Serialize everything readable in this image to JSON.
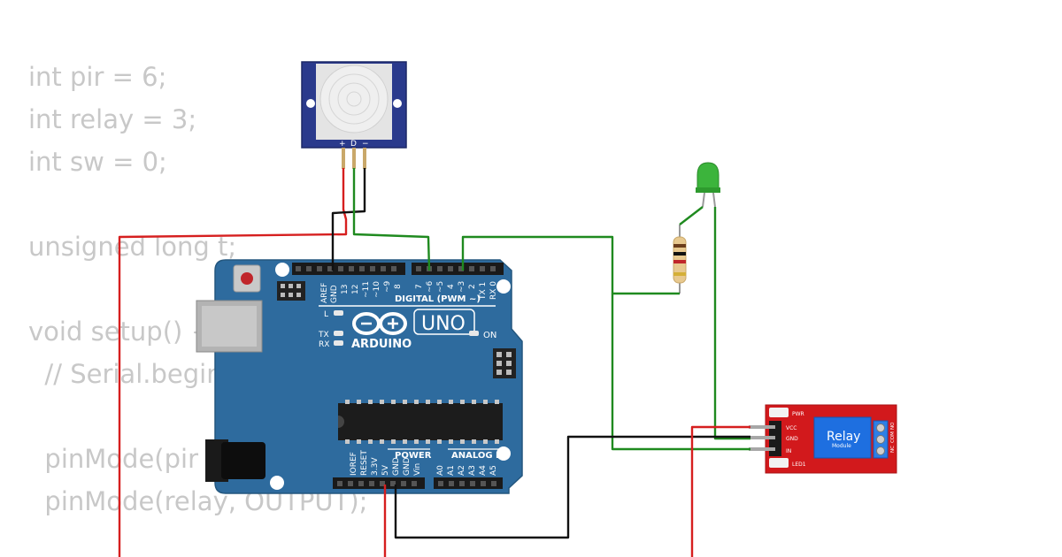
{
  "code_lines": [
    "int pir = 6;",
    "int relay = 3;",
    "int sw = 0;",
    "",
    "unsigned long t;",
    "",
    "void setup() {",
    "  // Serial.begin",
    "",
    "  pinMode(pir",
    "  pinMode(relay, OUTPUT);"
  ],
  "pir": {
    "pin_labels": [
      "+",
      "D",
      "−"
    ]
  },
  "arduino": {
    "top_header_labels": [
      "AREF",
      "GND",
      "13",
      "12",
      "~11",
      "~10",
      "~9",
      "8",
      "7",
      "~6",
      "~5",
      "4",
      "~3",
      "2",
      "TX 1",
      "RX 0"
    ],
    "digital_label": "DIGITAL (PWM ~)",
    "logo_text": "ARDUINO",
    "model_text": "UNO",
    "on_label": "ON",
    "l_label": "L",
    "tx_label": "TX",
    "rx_label": "RX",
    "power_label": "POWER",
    "analog_label": "ANALOG IN",
    "power_pins": [
      "IOREF",
      "RESET",
      "3.3V",
      "5V",
      "GND",
      "GND",
      "Vin"
    ],
    "analog_pins": [
      "A0",
      "A1",
      "A2",
      "A3",
      "A4",
      "A5"
    ]
  },
  "relay_module": {
    "pwr_label": "PWR",
    "led_label": "LED1",
    "pin_labels": [
      "VCC",
      "GND",
      "IN"
    ],
    "title": "Relay",
    "subtitle": "Module",
    "terminal_labels": [
      "NO",
      "COM",
      "NC"
    ]
  },
  "colors": {
    "wire_red": "#d61f1f",
    "wire_green": "#1f8a1f",
    "wire_black": "#111111",
    "board_blue": "#2e6b9e",
    "relay_red": "#d2191c",
    "code_gray": "#c8c8c8",
    "led_green": "#3cb43c"
  }
}
